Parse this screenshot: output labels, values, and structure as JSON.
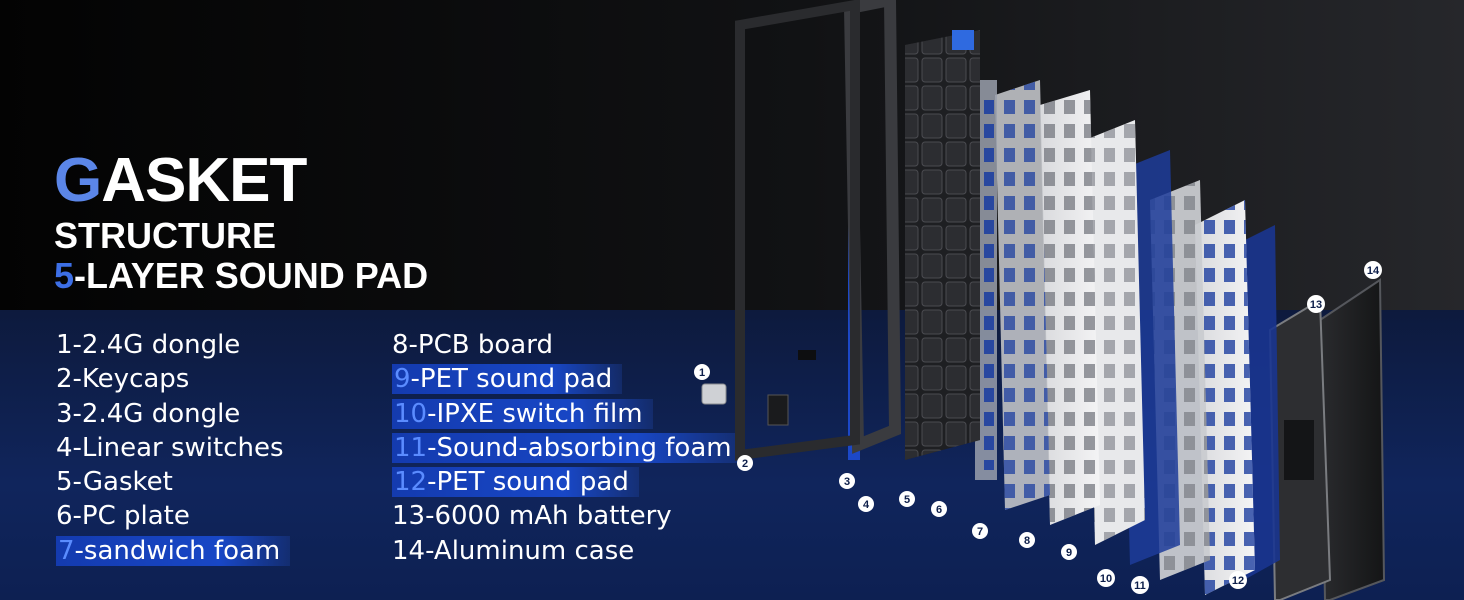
{
  "headline": {
    "line1_first": "G",
    "line1_rest": "ASKET",
    "line2": "STRUCTURE",
    "line3_num": "5",
    "line3_rest": "-LAYER SOUND PAD"
  },
  "parts_left": [
    {
      "num": "1",
      "text": "-2.4G dongle",
      "highlight": false
    },
    {
      "num": "2",
      "text": "-Keycaps",
      "highlight": false
    },
    {
      "num": "3",
      "text": "-2.4G dongle",
      "highlight": false
    },
    {
      "num": "4",
      "text": "-Linear switches",
      "highlight": false
    },
    {
      "num": "5",
      "text": "-Gasket",
      "highlight": false
    },
    {
      "num": "6",
      "text": "-PC plate",
      "highlight": false
    },
    {
      "num": "7",
      "text": "-sandwich foam",
      "highlight": true
    }
  ],
  "parts_right": [
    {
      "num": "8",
      "text": "-PCB board",
      "highlight": false
    },
    {
      "num": "9",
      "text": "-PET sound pad",
      "highlight": true
    },
    {
      "num": "10",
      "text": "-IPXE switch film",
      "highlight": true
    },
    {
      "num": "11",
      "text": "-Sound-absorbing foam",
      "highlight": true
    },
    {
      "num": "12",
      "text": "-PET sound pad",
      "highlight": true
    },
    {
      "num": "13",
      "text": "-6000 mAh battery",
      "highlight": false
    },
    {
      "num": "14",
      "text": "-Aluminum case",
      "highlight": false
    }
  ],
  "callouts": [
    "1",
    "2",
    "3",
    "4",
    "5",
    "6",
    "7",
    "8",
    "9",
    "10",
    "11",
    "12",
    "13",
    "14"
  ],
  "colors": {
    "accent": "#3d6fe6",
    "highlight_bar": "#1c4bd0",
    "background_top": "#0b0b0d",
    "background_bottom": "#0d2052"
  }
}
